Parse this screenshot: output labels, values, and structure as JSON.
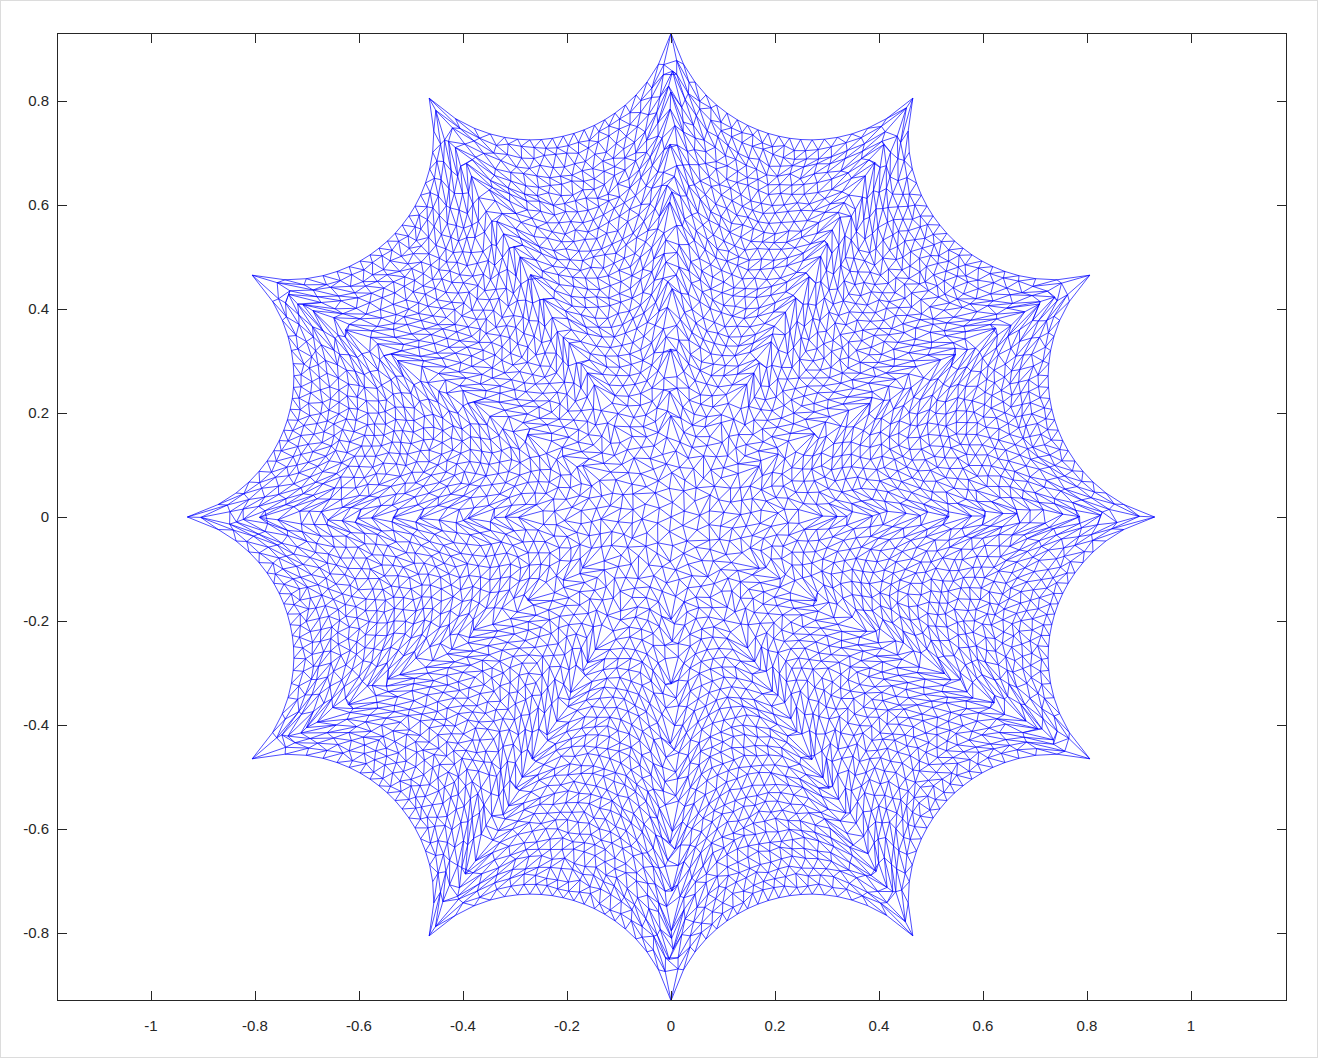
{
  "diagram": {
    "labels": [
      "-1",
      "-0.8",
      "-0.6",
      "-0.4",
      "-0.2",
      "0",
      "0.2",
      "0.4",
      "0.6",
      "0.8",
      "1",
      "0.8",
      "0.6",
      "0.4",
      "0.2",
      "0",
      "-0.2",
      "-0.4",
      "-0.6",
      "-0.8"
    ]
  }
}
